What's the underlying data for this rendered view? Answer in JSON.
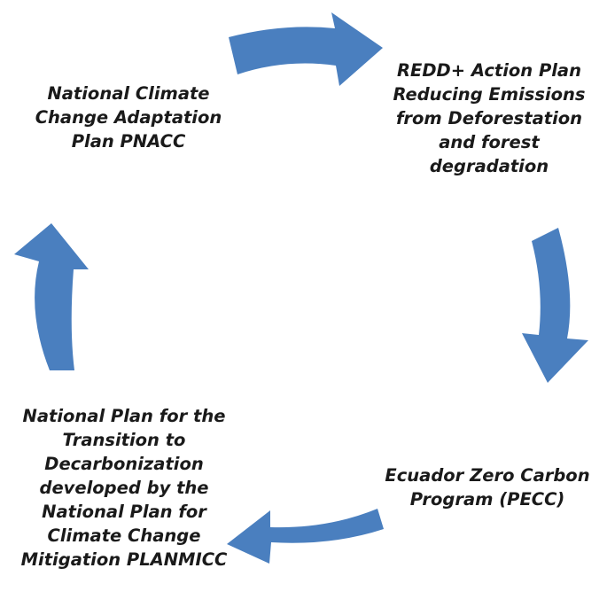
{
  "diagram": {
    "type": "cycle",
    "arrow_color": "#4a7fbf",
    "nodes": [
      {
        "id": "pnacc",
        "lines": [
          "National Climate",
          "Change Adaptation",
          "Plan PNACC"
        ]
      },
      {
        "id": "redd",
        "lines": [
          "REDD+ Action Plan",
          "Reducing Emissions",
          "from Deforestation",
          "and forest",
          "degradation"
        ]
      },
      {
        "id": "pecc",
        "lines": [
          "Ecuador Zero Carbon",
          "Program (PECC)"
        ]
      },
      {
        "id": "planmicc",
        "lines": [
          "National Plan for the",
          "Transition to",
          "Decarbonization",
          "developed by the",
          "National Plan for",
          "Climate Change",
          "Mitigation PLANMICC"
        ]
      }
    ],
    "edges": [
      {
        "from": "pnacc",
        "to": "redd",
        "icon": "arrow-right-icon"
      },
      {
        "from": "redd",
        "to": "pecc",
        "icon": "arrow-down-icon"
      },
      {
        "from": "pecc",
        "to": "planmicc",
        "icon": "arrow-left-icon"
      },
      {
        "from": "planmicc",
        "to": "pnacc",
        "icon": "arrow-up-icon"
      }
    ]
  }
}
